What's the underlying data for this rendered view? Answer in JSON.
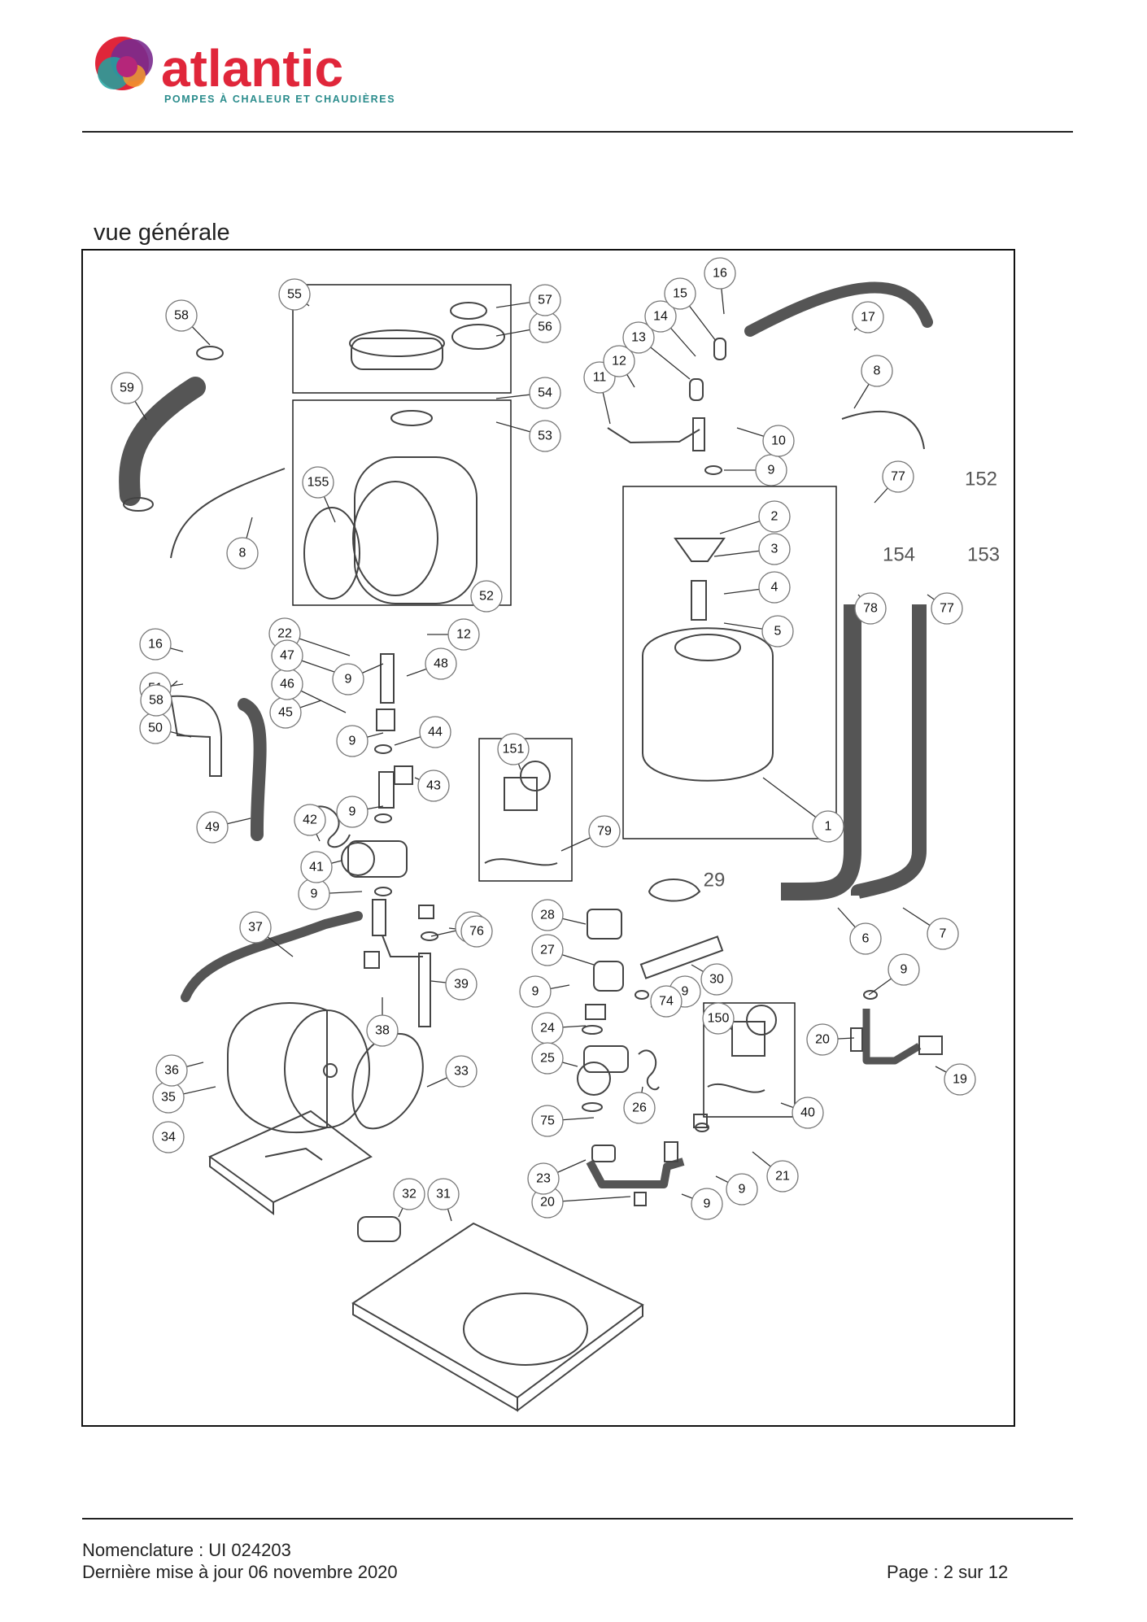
{
  "header": {
    "brand": "atlantic",
    "tagline": "POMPES À CHALEUR ET CHAUDIÈRES",
    "colors": {
      "brand_red": "#e0263a",
      "brand_purple": "#7a2b8e",
      "brand_teal": "#1fa4a0",
      "brand_orange": "#f29a2e",
      "tagline_teal": "#2a8c8c"
    }
  },
  "section_title": "vue générale",
  "diagram": {
    "callouts": [
      "1",
      "2",
      "3",
      "4",
      "5",
      "6",
      "7",
      "8",
      "8",
      "9",
      "9",
      "9",
      "9",
      "9",
      "9",
      "9",
      "9",
      "9",
      "9",
      "9",
      "10",
      "11",
      "12",
      "12",
      "13",
      "14",
      "15",
      "16",
      "16",
      "17",
      "19",
      "20",
      "20",
      "21",
      "22",
      "23",
      "24",
      "25",
      "26",
      "27",
      "28",
      "30",
      "31",
      "32",
      "33",
      "34",
      "35",
      "36",
      "37",
      "38",
      "39",
      "40",
      "41",
      "42",
      "43",
      "44",
      "45",
      "46",
      "47",
      "48",
      "49",
      "50",
      "51",
      "52",
      "53",
      "54",
      "55",
      "56",
      "57",
      "58",
      "58",
      "59",
      "74",
      "75",
      "76",
      "77",
      "77",
      "78",
      "79",
      "150",
      "151",
      "155"
    ],
    "bare_labels": [
      "152",
      "153",
      "154",
      "29"
    ]
  },
  "footer": {
    "nomenclature": "Nomenclature : UI 024203",
    "updated": "Dernière mise à jour 06 novembre 2020",
    "page": "Page : 2 sur 12"
  }
}
